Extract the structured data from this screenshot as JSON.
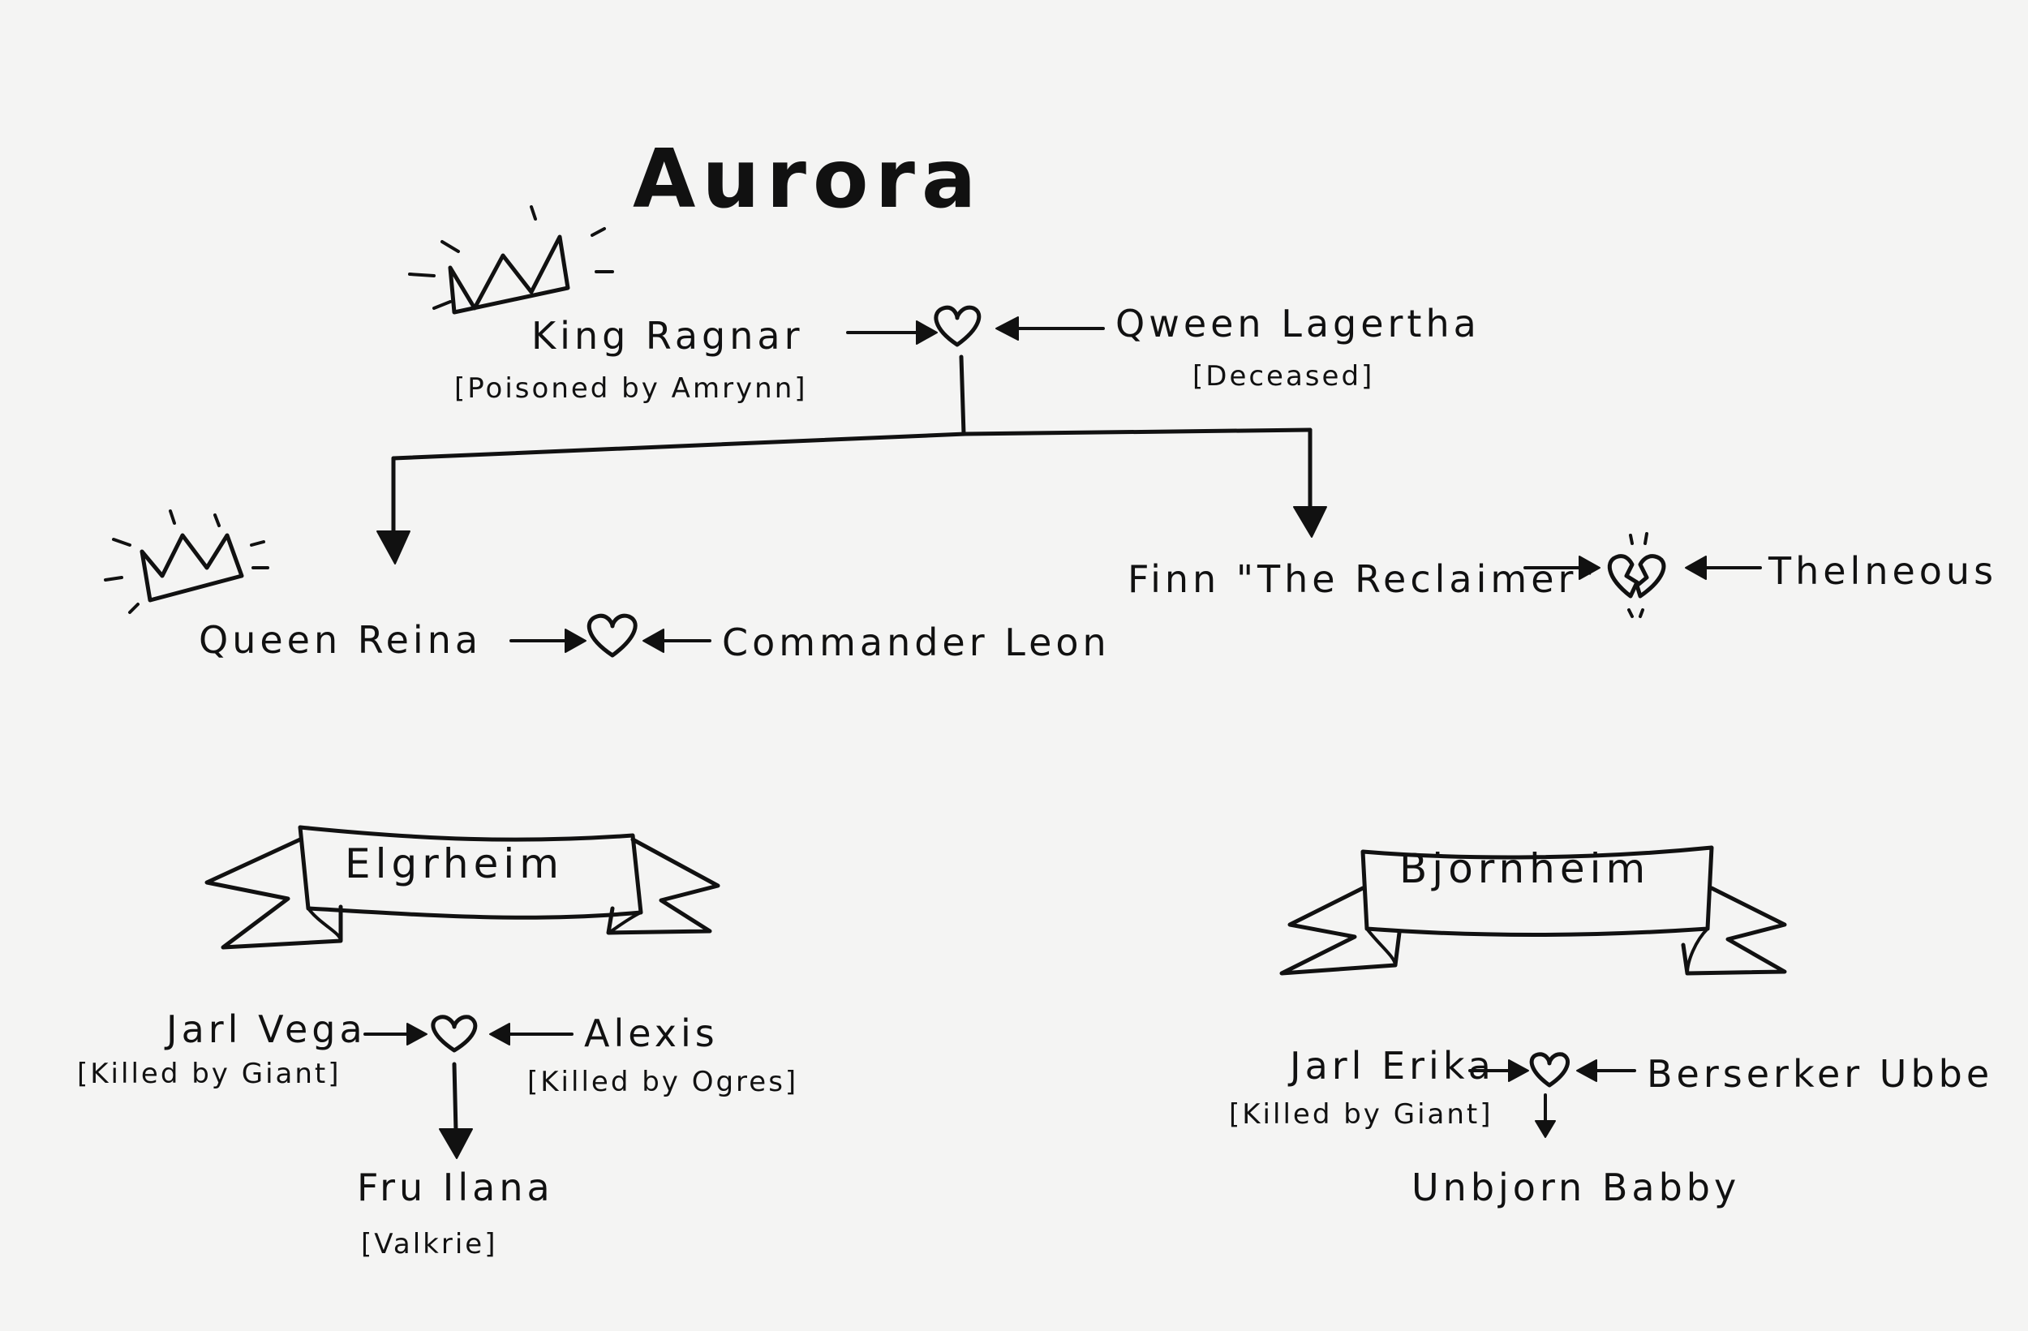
{
  "title": "Aurora",
  "top": {
    "king": "King Ragnar",
    "king_note": "[Poisoned by Amrynn]",
    "queen": "Qween Lagertha",
    "queen_note": "[Deceased]"
  },
  "children": {
    "left": "Queen Reina",
    "left_partner": "Commander Leon",
    "right": "Finn \"The Reclaimer\"",
    "right_partner": "Thelneous"
  },
  "kingdoms": [
    {
      "name": "Elgrheim",
      "jarl": "Jarl Vega",
      "jarl_note": "[Killed by Giant]",
      "partner": "Alexis",
      "partner_note": "[Killed by Ogres]",
      "child": "Fru Ilana",
      "child_note": "[Valkrie]"
    },
    {
      "name": "Bjornheim",
      "jarl": "Jarl Erika",
      "jarl_note": "[Killed by Giant]",
      "partner": "Berserker Ubbe",
      "child": "Unbjorn Babby"
    }
  ],
  "icons": [
    "crown-icon",
    "heart-icon",
    "broken-heart-icon",
    "arrow-icon",
    "banner-icon"
  ]
}
